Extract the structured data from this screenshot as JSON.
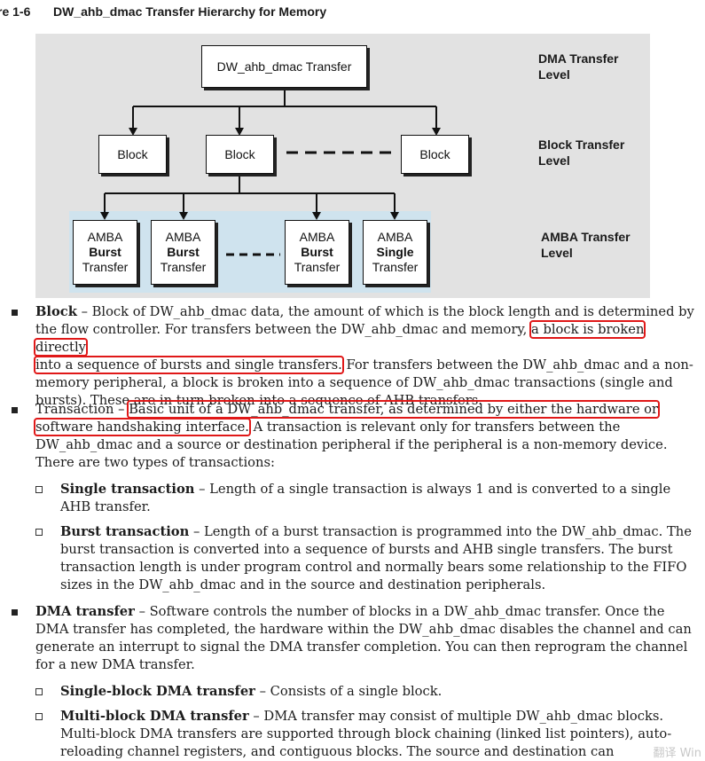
{
  "figure": {
    "number": "re 1-6",
    "title": "DW_ahb_dmac Transfer Hierarchy for Memory",
    "top_box": "DW_ahb_dmac Transfer",
    "block_label": "Block",
    "amba_boxes": [
      {
        "line1": "AMBA",
        "line2": "Burst",
        "line3": "Transfer"
      },
      {
        "line1": "AMBA",
        "line2": "Burst",
        "line3": "Transfer"
      },
      {
        "line1": "AMBA",
        "line2": "Burst",
        "line3": "Transfer"
      },
      {
        "line1": "AMBA",
        "line2": "Single",
        "line3": "Transfer"
      }
    ],
    "levels": {
      "dma_1": "DMA Transfer",
      "dma_2": "Level",
      "block_1": "Block Transfer",
      "block_2": "Level",
      "amba_1": "AMBA Transfer",
      "amba_2": "Level"
    }
  },
  "bullets": {
    "block": {
      "term": "Block",
      "p1": " – Block of DW_ahb_dmac data, the amount of which is the block length and is determined by the flow controller. For transfers between the DW_ahb_dmac and memory, ",
      "hl_a": "a block is broken directly",
      "hl_b": "into a sequence of bursts and single transfers.",
      "p2": " For transfers between the DW_ahb_dmac and a non-memory peripheral, a block is broken into a sequence of DW_ahb_dmac transactions (single and bursts). These are in turn broken into a sequence of AHB transfers."
    },
    "transaction": {
      "term": "Transaction – ",
      "hl_a": "Basic unit of a DW_ahb_dmac transfer, as determined by either the hardware or",
      "hl_b": "software handshaking interface.",
      "p2": " A transaction is relevant only for transfers between the DW_ahb_dmac and a source or destination peripheral if the peripheral is a non-memory device. There are two types of transactions:"
    },
    "single": {
      "term": "Single transaction",
      "text": " – Length of a single transaction is always 1 and is converted to a single AHB transfer."
    },
    "burst": {
      "term": "Burst transaction",
      "text": " – Length of a burst transaction is programmed into the DW_ahb_dmac. The burst transaction is converted into a sequence of bursts and AHB single transfers. The burst transaction length is under program control and normally bears some relationship to the FIFO sizes in the DW_ahb_dmac and in the source and destination peripherals."
    },
    "dma": {
      "term": "DMA transfer",
      "text": " – Software controls the number of blocks in a DW_ahb_dmac transfer. Once the DMA transfer has completed, the hardware within the DW_ahb_dmac disables the channel and can generate an interrupt to signal the DMA transfer completion. You can then reprogram the channel for a new DMA transfer."
    },
    "singleblock": {
      "term": "Single-block DMA transfer",
      "text": " – Consists of a single block."
    },
    "multiblock": {
      "term": "Multi-block DMA transfer",
      "text": " – DMA transfer may consist of multiple DW_ahb_dmac blocks. Multi-block DMA transfers are supported through block chaining (linked list pointers), auto-reloading channel registers, and contiguous blocks. The source and destination can"
    }
  },
  "watermark": "翻译 Win"
}
